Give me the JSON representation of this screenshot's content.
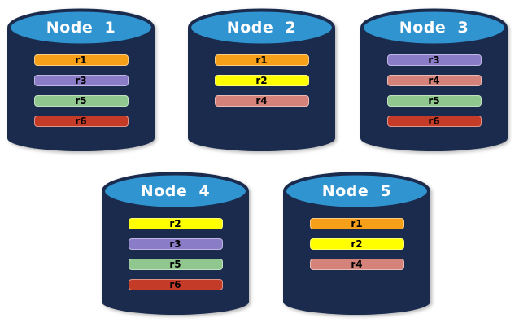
{
  "colors": {
    "cylinder_body": "#1a2b4d",
    "cylinder_top_fill": "#3094d1",
    "title_text": "#ffffff",
    "bar_text": "#000000",
    "background": "#ffffff"
  },
  "replica_colors": {
    "r1": "#f6a01a",
    "r2": "#ffff00",
    "r3": "#8b7cc8",
    "r4": "#d5837a",
    "r5": "#90c78e",
    "r6": "#c43b28"
  },
  "nodes": [
    {
      "title": "Node  1",
      "replicas": [
        "r1",
        "r3",
        "r5",
        "r6"
      ]
    },
    {
      "title": "Node  2",
      "replicas": [
        "r1",
        "r2",
        "r4"
      ]
    },
    {
      "title": "Node  3",
      "replicas": [
        "r3",
        "r4",
        "r5",
        "r6"
      ]
    },
    {
      "title": "Node  4",
      "replicas": [
        "r2",
        "r3",
        "r5",
        "r6"
      ]
    },
    {
      "title": "Node  5",
      "replicas": [
        "r1",
        "r2",
        "r4"
      ]
    }
  ]
}
